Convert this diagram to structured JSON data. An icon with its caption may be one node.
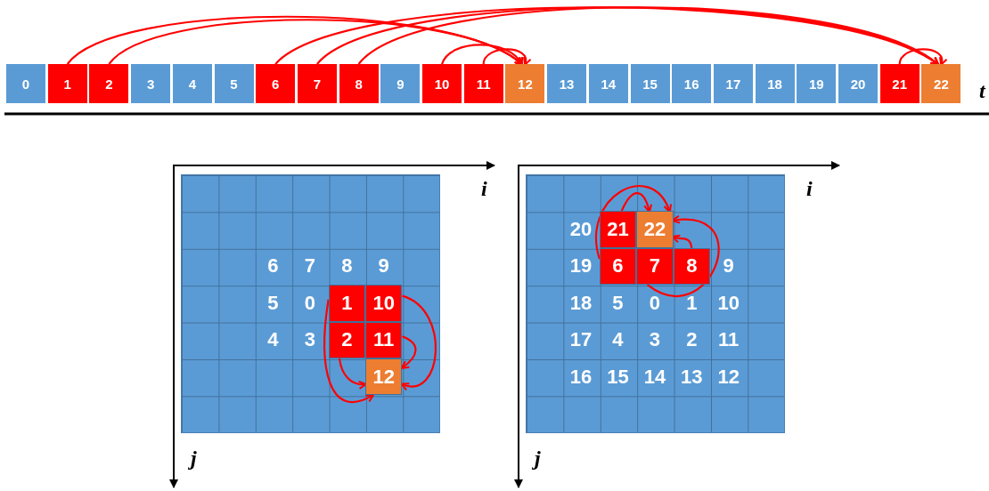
{
  "diagram": {
    "nodes": [
      {
        "text": [
          "0"
        ]
      },
      {
        "text": [
          "1"
        ]
      },
      {
        "text": [
          "2"
        ]
      },
      {
        "text": [
          "3"
        ]
      },
      {
        "text": [
          "4"
        ]
      },
      {
        "text": [
          "5"
        ]
      },
      {
        "text": [
          "6"
        ]
      },
      {
        "text": [
          "7"
        ]
      },
      {
        "text": [
          "8"
        ]
      },
      {
        "text": [
          "9"
        ]
      },
      {
        "text": [
          "10"
        ]
      },
      {
        "text": [
          "11"
        ]
      },
      {
        "text": [
          "12"
        ]
      },
      {
        "text": [
          "13"
        ]
      },
      {
        "text": [
          "14"
        ]
      },
      {
        "text": [
          "15"
        ]
      },
      {
        "text": [
          "16"
        ]
      },
      {
        "text": [
          "17"
        ]
      },
      {
        "text": [
          "18"
        ]
      },
      {
        "text": [
          "19"
        ]
      },
      {
        "text": [
          "20"
        ]
      },
      {
        "text": [
          "21"
        ]
      },
      {
        "text": [
          "22"
        ]
      },
      {
        "text": [
          "6"
        ]
      },
      {
        "text": [
          "7"
        ]
      },
      {
        "text": [
          "8"
        ]
      },
      {
        "text": [
          "9"
        ]
      },
      {
        "text": [
          "5"
        ]
      },
      {
        "text": [
          "0"
        ]
      },
      {
        "text": [
          "1"
        ]
      },
      {
        "text": [
          "10"
        ]
      },
      {
        "text": [
          "4"
        ]
      },
      {
        "text": [
          "3"
        ]
      },
      {
        "text": [
          "2"
        ]
      },
      {
        "text": [
          "11"
        ]
      },
      {
        "text": [
          "12"
        ]
      },
      {
        "text": [
          "20"
        ]
      },
      {
        "text": [
          "21"
        ]
      },
      {
        "text": [
          "22"
        ]
      },
      {
        "text": [
          "19"
        ]
      },
      {
        "text": [
          "6"
        ]
      },
      {
        "text": [
          "7"
        ]
      },
      {
        "text": [
          "8"
        ]
      },
      {
        "text": [
          "9"
        ]
      },
      {
        "text": [
          "18"
        ]
      },
      {
        "text": [
          "5"
        ]
      },
      {
        "text": [
          "0"
        ]
      },
      {
        "text": [
          "1"
        ]
      },
      {
        "text": [
          "10"
        ]
      },
      {
        "text": [
          "17"
        ]
      },
      {
        "text": [
          "4"
        ]
      },
      {
        "text": [
          "3"
        ]
      },
      {
        "text": [
          "2"
        ]
      },
      {
        "text": [
          "11"
        ]
      },
      {
        "text": [
          "16"
        ]
      },
      {
        "text": [
          "15"
        ]
      },
      {
        "text": [
          "14"
        ]
      },
      {
        "text": [
          "13"
        ]
      },
      {
        "text": [
          "12"
        ]
      }
    ],
    "edges": [
      {
        "from": 1,
        "to": 12,
        "arrow": "to"
      },
      {
        "from": 2,
        "to": 12,
        "arrow": "to"
      },
      {
        "from": 10,
        "to": 12,
        "arrow": "to"
      },
      {
        "from": 11,
        "to": 12,
        "arrow": "to"
      },
      {
        "from": 6,
        "to": 22,
        "arrow": "to"
      },
      {
        "from": 7,
        "to": 22,
        "arrow": "to"
      },
      {
        "from": 8,
        "to": 22,
        "arrow": "to"
      },
      {
        "from": 21,
        "to": 22,
        "arrow": "to"
      },
      {
        "from": 29,
        "to": 35,
        "arrow": "to"
      },
      {
        "from": 33,
        "to": 35,
        "arrow": "to"
      },
      {
        "from": 34,
        "to": 35,
        "arrow": "to"
      },
      {
        "from": 30,
        "to": 35,
        "arrow": "to"
      },
      {
        "from": 37,
        "to": 38,
        "arrow": "to"
      },
      {
        "from": 40,
        "to": 38,
        "arrow": "to"
      },
      {
        "from": 41,
        "to": 38,
        "arrow": "to"
      },
      {
        "from": 42,
        "to": 38,
        "arrow": "to"
      }
    ],
    "labels": [
      "t",
      "i",
      "i",
      "j",
      "j"
    ]
  }
}
